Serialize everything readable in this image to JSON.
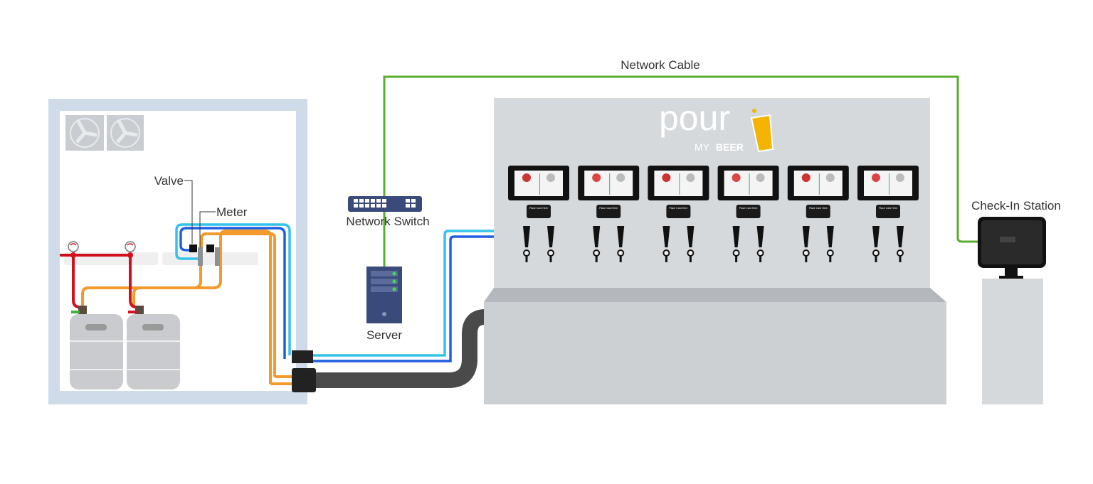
{
  "labels": {
    "network_cable": "Network Cable",
    "valve": "Valve",
    "meter": "Meter",
    "network_switch": "Network Switch",
    "server": "Server",
    "check_in_station": "Check-In Station"
  },
  "logo": {
    "word": "pour",
    "sub_light": "MY",
    "sub_bold": "BEER"
  },
  "card_reader_text": "Place Card Here",
  "tap_stations": 6,
  "kegs": 2,
  "colors": {
    "network_cable": "#5aac2d",
    "line_cyan": "#33c3e8",
    "line_blue": "#1f5fe0",
    "beer_line": "#f39a2b",
    "gas_line": "#d0101f",
    "cooler_wall": "#cfdbe8",
    "panel": "#d5d9dc",
    "hose": "#4a4a4a",
    "logo_yellow": "#f4b400"
  }
}
